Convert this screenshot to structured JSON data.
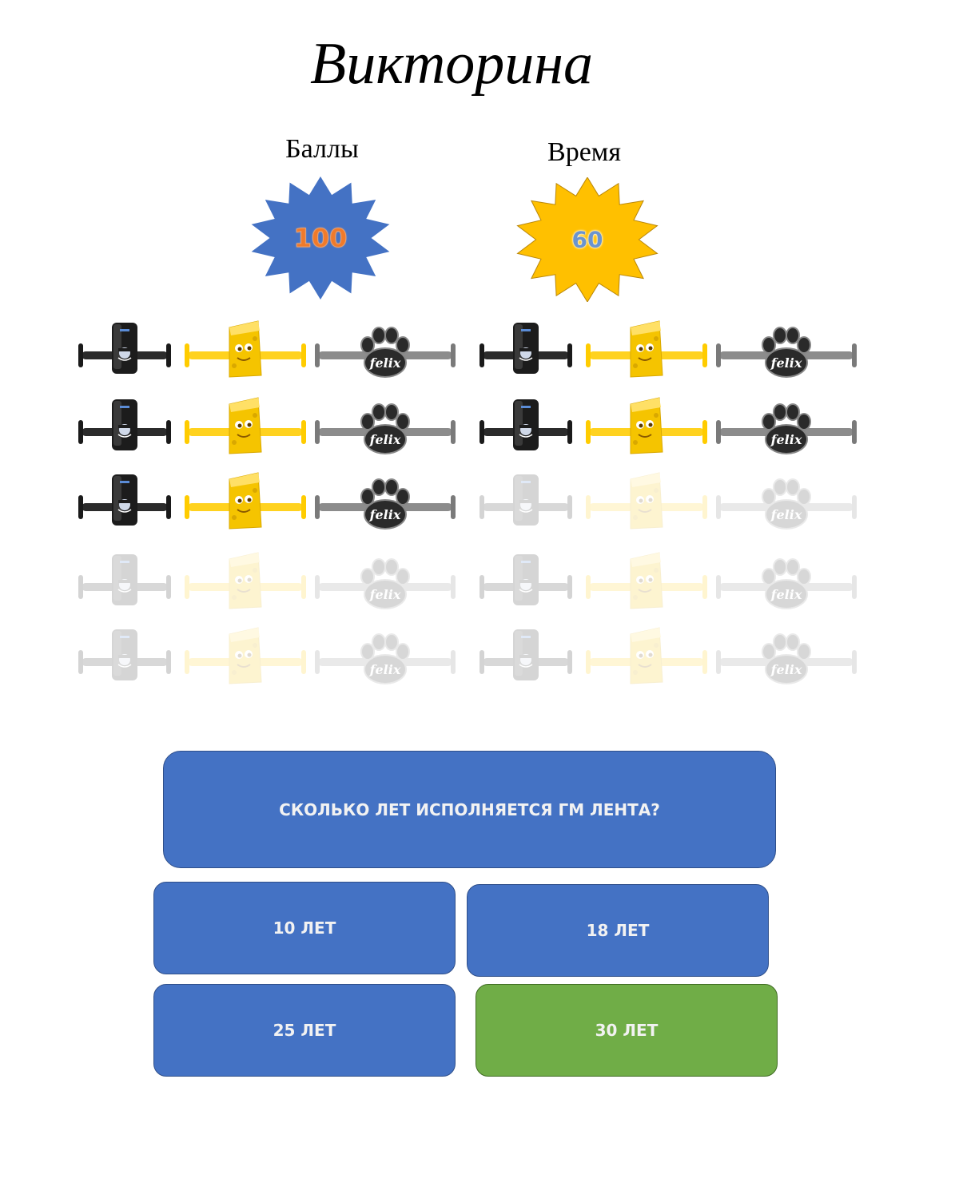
{
  "title": "Викторина",
  "score": {
    "label": "Баллы",
    "value": "100",
    "star_color": "#4472c4"
  },
  "timer": {
    "label": "Время",
    "value": "60",
    "star_color": "#ffc000"
  },
  "prize_grid": {
    "token_types": [
      "deodorant-stick-icon",
      "cheese-mascot-icon",
      "felix-paw-icon"
    ],
    "token_labels": {
      "felix": "felix"
    },
    "columns": [
      {
        "rows_active": [
          true,
          true,
          true,
          false,
          false
        ]
      },
      {
        "rows_active": [
          true,
          true,
          false,
          false,
          false
        ]
      }
    ]
  },
  "question": {
    "text": "СКОЛЬКО ЛЕТ ИСПОЛНЯЕТСЯ ГМ ЛЕНТА?"
  },
  "answers": [
    {
      "label": "10 ЛЕТ",
      "correct": false
    },
    {
      "label": "18 ЛЕТ",
      "correct": false
    },
    {
      "label": "25 ЛЕТ",
      "correct": false
    },
    {
      "label": "30 ЛЕТ",
      "correct": true
    }
  ],
  "colors": {
    "answer_default": "#4472c4",
    "answer_correct": "#70ad47",
    "star_score": "#4472c4",
    "star_timer": "#ffc000"
  }
}
